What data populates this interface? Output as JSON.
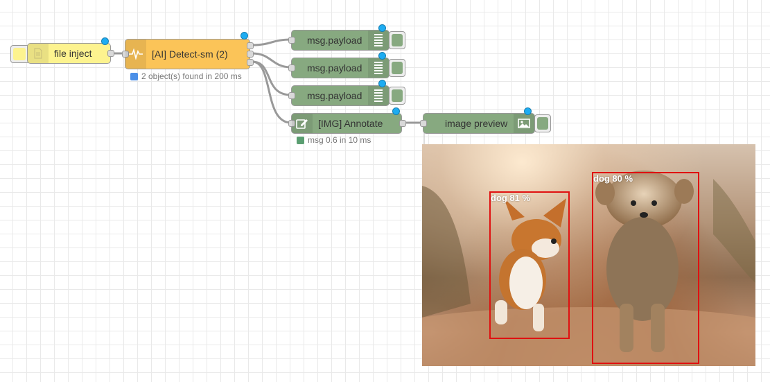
{
  "nodes": {
    "file_inject": {
      "label": "file inject",
      "color": "#fdf38f"
    },
    "detect": {
      "label": "[AI] Detect-sm (2)",
      "color": "#fbc458",
      "status": "2 object(s) found in 200 ms",
      "status_color": "#4b8fe7"
    },
    "payload_1": {
      "label": "msg.payload",
      "color": "#87a980"
    },
    "payload_2": {
      "label": "msg.payload",
      "color": "#87a980"
    },
    "payload_3": {
      "label": "msg.payload",
      "color": "#87a980"
    },
    "annotate": {
      "label": "[IMG] Annotate",
      "color": "#87a980",
      "status": "msg 0.6 in 10 ms",
      "status_color": "#5a9e71"
    },
    "image_preview": {
      "label": "image preview",
      "color": "#87a980"
    }
  },
  "preview": {
    "detections": [
      {
        "label": "dog 81 %"
      },
      {
        "label": "dog 80 %"
      }
    ]
  },
  "icons": [
    "file-icon",
    "wave-icon",
    "list-icon",
    "edit-icon",
    "image-icon"
  ]
}
